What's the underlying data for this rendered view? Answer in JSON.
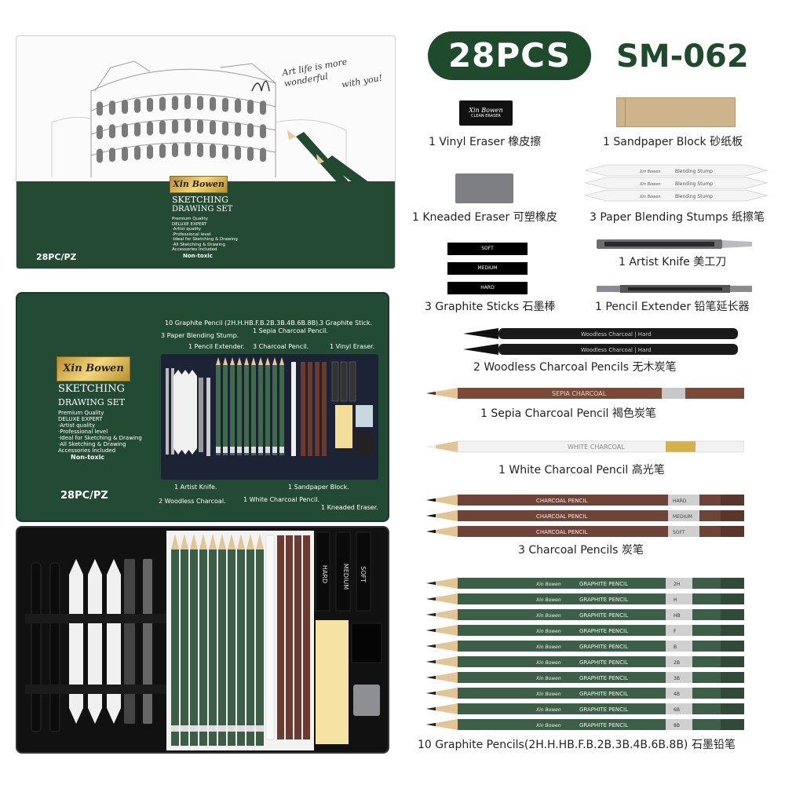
{
  "header": {
    "count_badge": "28PCS",
    "model": "SM-062"
  },
  "tin_lid": {
    "slogan_line1": "Art life is more wonderful",
    "slogan_line2": "with you!",
    "brand": "Xin Bowen",
    "title1": "SKETCHING",
    "title2": "DRAWING SET",
    "features": [
      "Premium Quality",
      "DELUXE    EXPERT",
      "·Artist quality",
      "·Professional level",
      "·Ideal for Sketching & Drawing",
      "·All Sketching & Drawing",
      " Accessories Included"
    ],
    "non_toxic": "Non-toxic",
    "count": "28PC/PZ"
  },
  "tin_inner": {
    "brand": "Xin Bowen",
    "title1": "SKETCHING",
    "title2": "DRAWING SET",
    "features": [
      "Premium Quality",
      "DELUXE    EXPERT",
      "·Artist quality",
      "·Professional level",
      "·Ideal for Sketching & Drawing",
      "·All Sketching & Drawing",
      " Accessories Included"
    ],
    "non_toxic": "Non-toxic",
    "count": "28PC/PZ",
    "annotations": {
      "graphite_pencil": "10 Graphite Pencil (2H.H.HB.F.B.2B.3B.4B.6B.8B).",
      "graphite_stick": "3 Graphite Stick.",
      "sepia": "1 Sepia Charcoal Pencil.",
      "blending": "3 Paper Blending Stump.",
      "extender": "1 Pencil Extender.",
      "charcoal": "3 Charcoal Pencil.",
      "vinyl": "1 Vinyl Eraser.",
      "knife": "1 Artist Knife.",
      "sandpaper": "1 Sandpaper Block.",
      "woodless": "2 Woodless Charcoal.",
      "white": "1 White Charcoal Pencil.",
      "kneaded": "1 Kneaded Eraser."
    }
  },
  "tray": {
    "stick_labels": [
      "HARD",
      "MEDIUM",
      "SOFT"
    ]
  },
  "items": {
    "vinyl_eraser": "1 Vinyl Eraser  橡皮擦",
    "sandpaper": "1 Sandpaper Block  砂纸板",
    "kneaded_eraser": "1 Kneaded Eraser 可塑橡皮",
    "blending_stumps": "3 Paper Blending Stumps 纸擦笔",
    "knife": "1 Artist Knife 美工刀",
    "graphite_sticks": "3 Graphite Sticks 石墨棒",
    "extender": "1 Pencil Extender 铅笔延长器",
    "woodless": "2 Woodless Charcoal Pencils  无木炭笔",
    "sepia": "1 Sepia Charcoal Pencil   褐色炭笔",
    "white": "1 White Charcoal Pencil   高光笔",
    "charcoal": "3 Charcoal Pencils  炭笔",
    "graphite": "10 Graphite Pencils(2H.H.HB.F.B.2B.3B.4B.6B.8B)  石墨铅笔"
  },
  "product_labels": {
    "vinyl_brand": "Xin Bowen",
    "vinyl_sub": "CLEAN ERASER",
    "stump_text": "Blending Stump",
    "sticks": [
      "SOFT",
      "MEDIUM",
      "HARD"
    ],
    "woodless_text": "Woodless Charcoal | Hard",
    "sepia_text": "SEPIA CHARCOAL",
    "white_text": "WHITE CHARCOAL",
    "charcoal_text": "CHARCOAL PENCIL",
    "charcoal_grades": [
      "HARD",
      "MEDIUM",
      "SOFT"
    ],
    "graphite_text": "GRAPHITE PENCIL",
    "graphite_grades": [
      "2H",
      "H",
      "HB",
      "F",
      "B",
      "2B",
      "3B",
      "4B",
      "6B",
      "8B"
    ]
  },
  "colors": {
    "brand_green": "#1f4a2c",
    "tin_green": "#254a33",
    "gold": "#d9b45a"
  }
}
